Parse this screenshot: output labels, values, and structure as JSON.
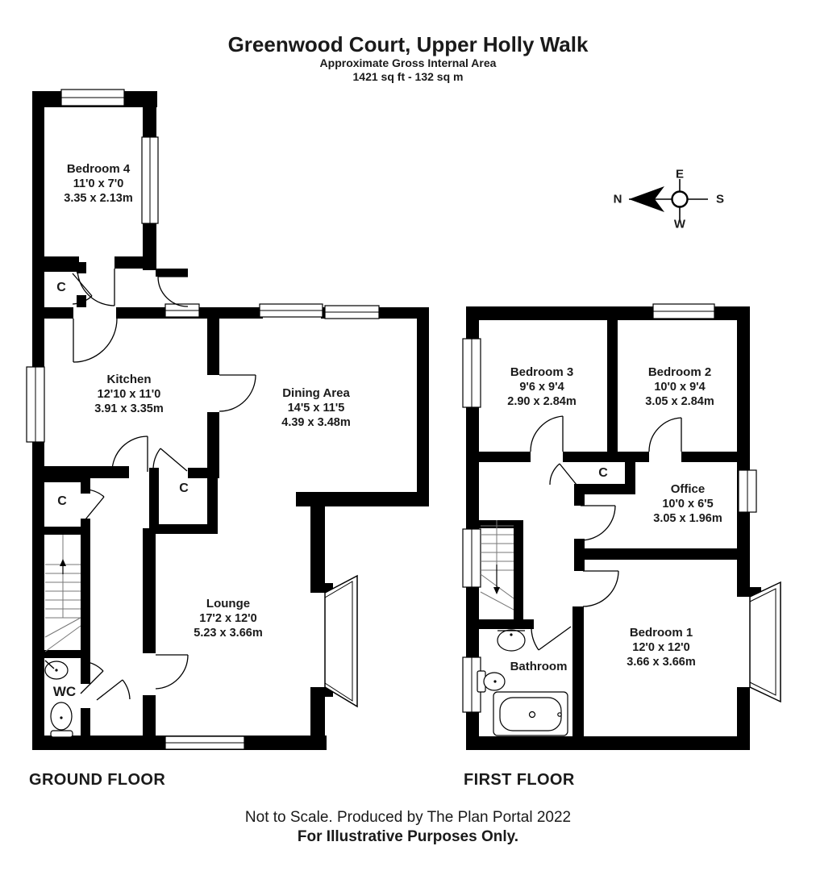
{
  "header": {
    "title": "Greenwood Court, Upper Holly Walk",
    "subtitle": "Approximate Gross Internal Area",
    "area": "1421 sq ft - 132 sq m"
  },
  "compass": {
    "north": "N",
    "east": "E",
    "south": "S",
    "west": "W"
  },
  "ground": {
    "label": "GROUND FLOOR",
    "rooms": {
      "bedroom4": {
        "name": "Bedroom 4",
        "imperial": "11'0 x 7'0",
        "metric": "3.35 x 2.13m"
      },
      "kitchen": {
        "name": "Kitchen",
        "imperial": "12'10 x 11'0",
        "metric": "3.91 x 3.35m"
      },
      "dining": {
        "name": "Dining Area",
        "imperial": "14'5 x 11'5",
        "metric": "4.39 x 3.48m"
      },
      "lounge": {
        "name": "Lounge",
        "imperial": "17'2 x 12'0",
        "metric": "5.23 x 3.66m"
      },
      "wc": {
        "name": "WC"
      },
      "closet_hall": {
        "name": "C"
      },
      "closet_mid": {
        "name": "C"
      },
      "closet_kitchen": {
        "name": "C"
      }
    }
  },
  "first": {
    "label": "FIRST FLOOR",
    "rooms": {
      "bedroom3": {
        "name": "Bedroom 3",
        "imperial": "9'6 x 9'4",
        "metric": "2.90 x 2.84m"
      },
      "bedroom2": {
        "name": "Bedroom 2",
        "imperial": "10'0 x 9'4",
        "metric": "3.05 x 2.84m"
      },
      "office": {
        "name": "Office",
        "imperial": "10'0 x 6'5",
        "metric": "3.05 x 1.96m"
      },
      "bedroom1": {
        "name": "Bedroom 1",
        "imperial": "12'0 x 12'0",
        "metric": "3.66 x 3.66m"
      },
      "bathroom": {
        "name": "Bathroom"
      },
      "closet": {
        "name": "C"
      }
    }
  },
  "footer": {
    "line1": "Not to Scale. Produced by The Plan Portal 2022",
    "line2": "For Illustrative Purposes Only."
  },
  "colors": {
    "wall": "#000000",
    "background": "#ffffff"
  }
}
